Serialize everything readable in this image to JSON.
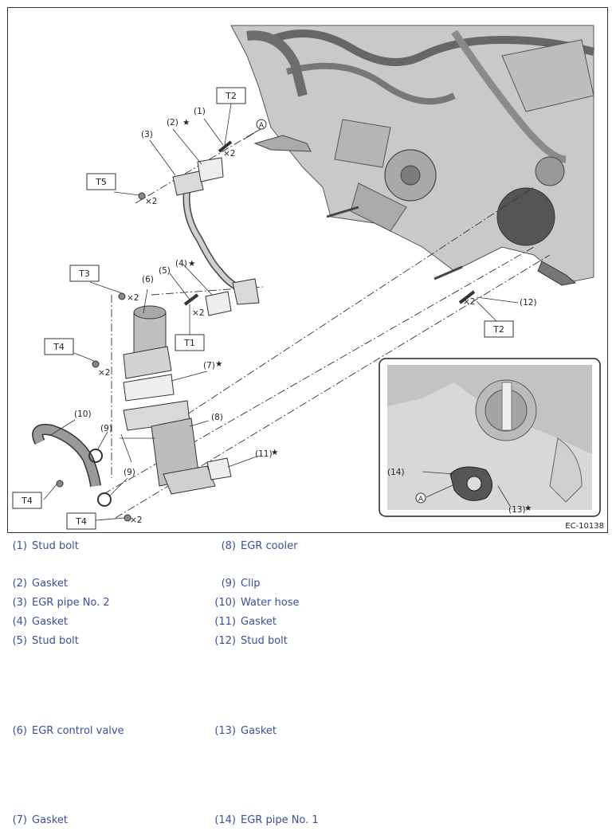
{
  "figure_code": "EC-10138",
  "callouts": {
    "c1": "(1)",
    "c2": "(2)",
    "c3": "(3)",
    "c4": "(4)",
    "c5": "(5)",
    "c6": "(6)",
    "c7": "(7)",
    "c8": "(8)",
    "c9a": "(9)",
    "c9b": "(9)",
    "c10": "(10)",
    "c11": "(11)",
    "c12": "(12)",
    "c13": "(13)",
    "c14": "(14)",
    "star": "★",
    "x2": "×2",
    "ref_a": "A"
  },
  "torque_labels": {
    "t2_top": "T2",
    "t5": "T5",
    "t3": "T3",
    "t4_left": "T4",
    "t1": "T1",
    "t2_right": "T2",
    "t4_bottom_left": "T4",
    "t4_bottom": "T4"
  },
  "legend": [
    {
      "num": "(1)",
      "name": "Stud bolt"
    },
    {
      "num": "(2)",
      "name": "Gasket"
    },
    {
      "num": "(3)",
      "name": "EGR pipe No. 2"
    },
    {
      "num": "(4)",
      "name": "Gasket"
    },
    {
      "num": "(5)",
      "name": "Stud bolt"
    },
    {
      "num": "(6)",
      "name": "EGR control valve"
    },
    {
      "num": "(7)",
      "name": "Gasket"
    },
    {
      "num": "(8)",
      "name": "EGR cooler"
    },
    {
      "num": "(9)",
      "name": "Clip"
    },
    {
      "num": "(10)",
      "name": "Water hose"
    },
    {
      "num": "(11)",
      "name": "Gasket"
    },
    {
      "num": "(12)",
      "name": "Stud bolt"
    },
    {
      "num": "(13)",
      "name": "Gasket"
    },
    {
      "num": "(14)",
      "name": "EGR pipe No. 1"
    }
  ]
}
